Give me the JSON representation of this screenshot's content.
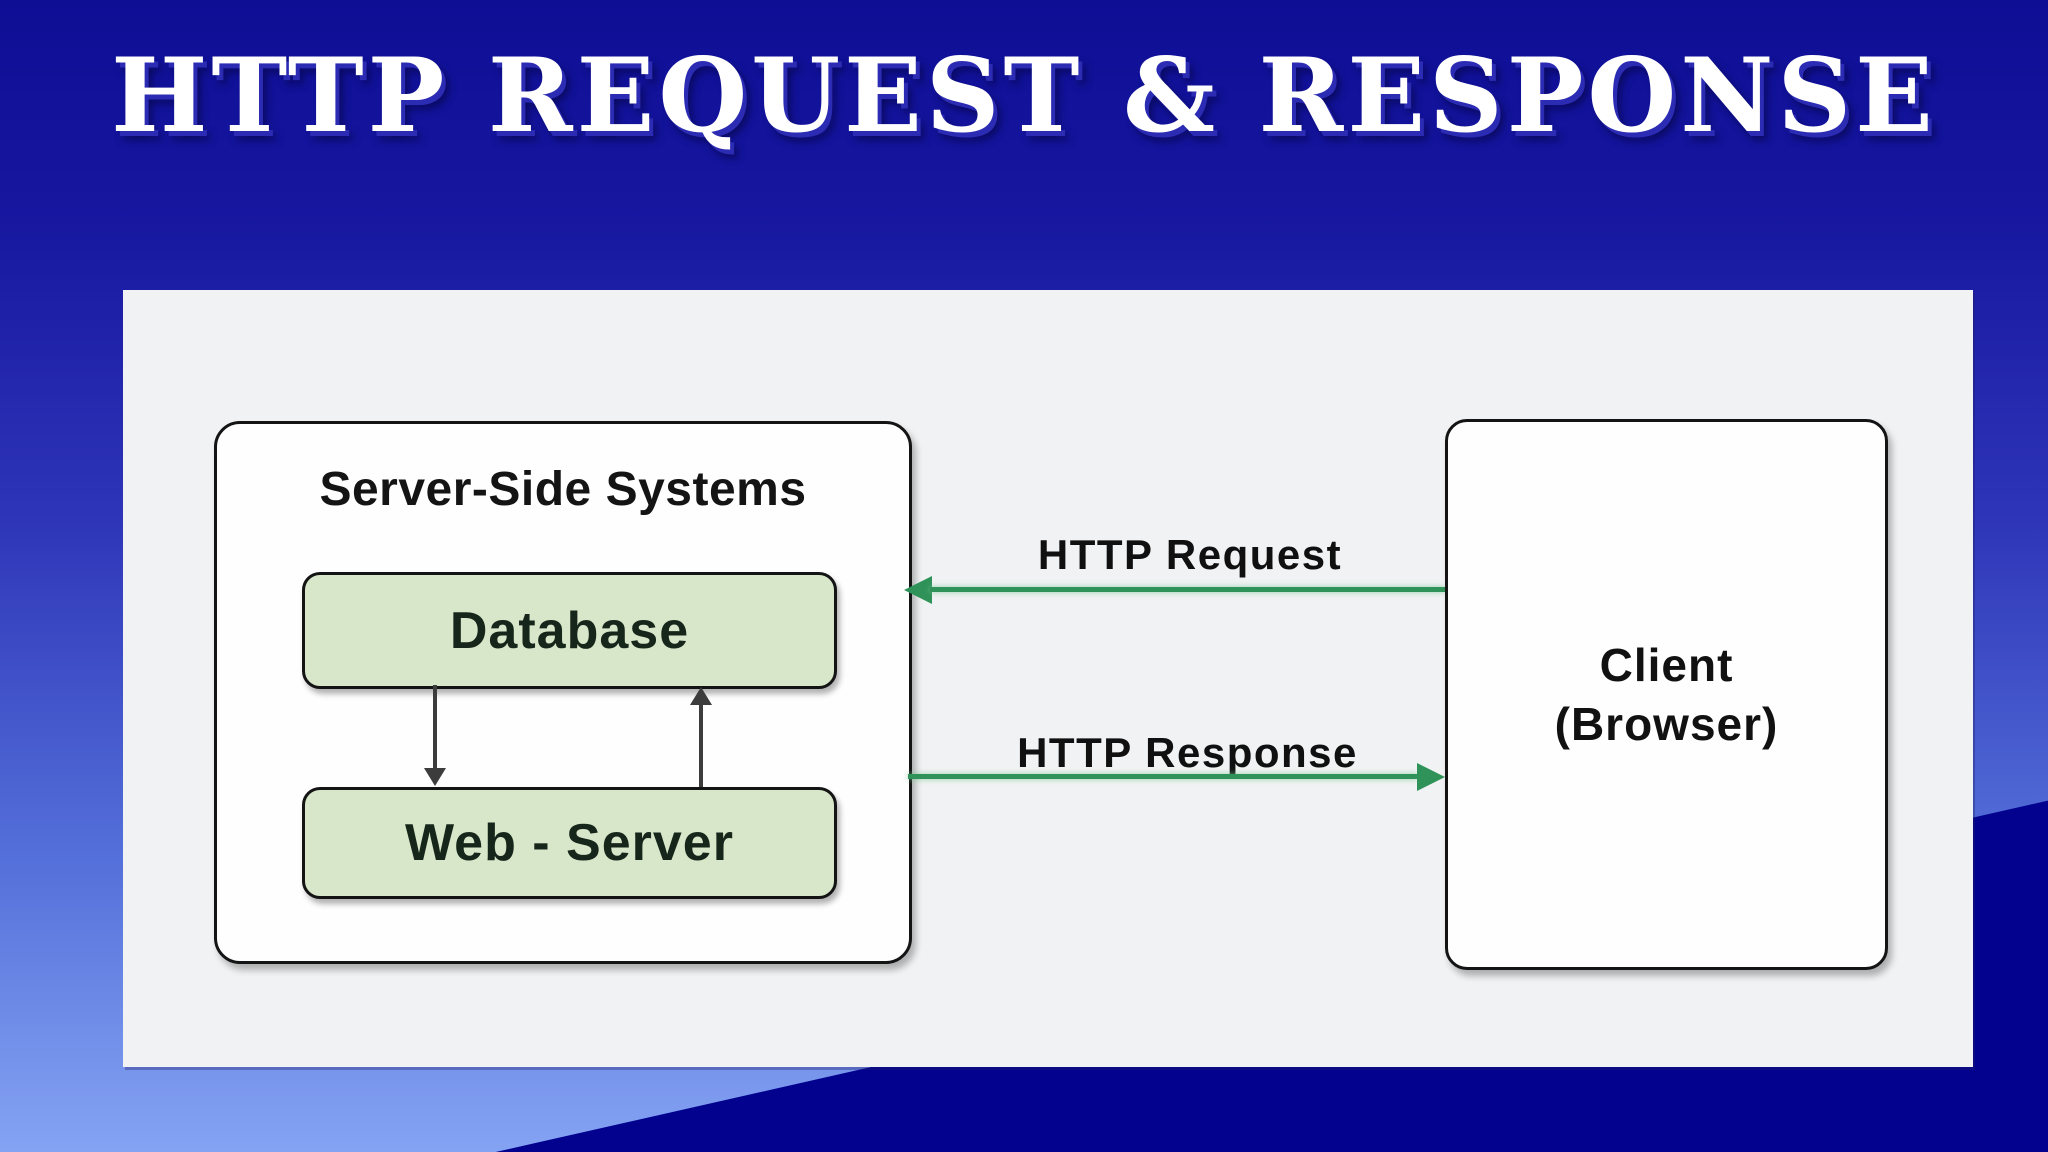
{
  "title": "HTTP REQUEST & RESPONSE",
  "colors": {
    "background_top": "#0e0e95",
    "background_bottom": "#85a3f3",
    "corner_triangle": "#02028e",
    "panel": "#f1f2f3",
    "node_fill": "#d8e7ca",
    "node_border": "#141414",
    "arrow_green": "#2f9258",
    "arrow_dark": "#3c3c3c",
    "title_text": "#ffffff"
  },
  "diagram": {
    "server_group": {
      "label": "Server-Side Systems",
      "nodes": [
        {
          "id": "database",
          "label": "Database"
        },
        {
          "id": "web-server",
          "label": "Web - Server"
        }
      ]
    },
    "client": {
      "line1": "Client",
      "line2": "(Browser)"
    },
    "edges": [
      {
        "label": "HTTP Request",
        "from": "Client (Browser)",
        "to": "Server-Side Systems",
        "direction": "left",
        "color": "#2f9258"
      },
      {
        "label": "HTTP Response",
        "from": "Server-Side Systems",
        "to": "Client (Browser)",
        "direction": "right",
        "color": "#2f9258"
      },
      {
        "label": "",
        "from": "Database",
        "to": "Web - Server",
        "direction": "down",
        "color": "#3c3c3c"
      },
      {
        "label": "",
        "from": "Web - Server",
        "to": "Database",
        "direction": "up",
        "color": "#3c3c3c"
      }
    ]
  }
}
